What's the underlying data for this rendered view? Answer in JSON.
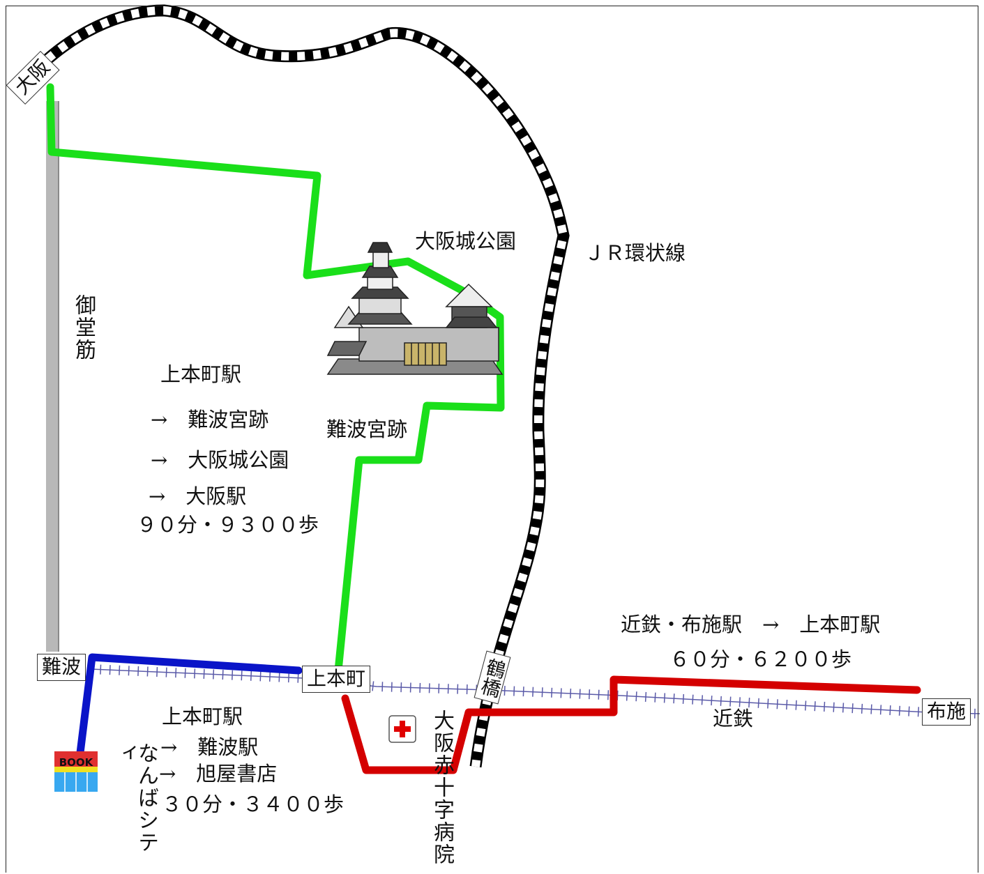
{
  "stations": {
    "osaka": "大阪",
    "namba": "難波",
    "uehommachi": "上本町",
    "tsuruhashi": "鶴橋",
    "fuse": "布施"
  },
  "lines": {
    "jr_loop": "ＪＲ環状線",
    "midosuji": "御堂筋",
    "kintetsu": "近鉄"
  },
  "landmarks": {
    "castle_park": "大阪城公園",
    "naniwa_palace": "難波宮跡",
    "red_cross": "大阪赤十字病院",
    "namba_city": "なんばシティ",
    "book_icon_text": "BOOK"
  },
  "routes": {
    "green": {
      "lines": [
        "上本町駅",
        "→　難波宮跡",
        "→　大阪城公園",
        "→　大阪駅",
        "９０分・９３００歩"
      ],
      "color": "#1adf1a"
    },
    "blue": {
      "lines": [
        "上本町駅",
        "→　難波駅",
        "→　旭屋書店",
        "３０分・３４００歩"
      ],
      "color": "#0a14c8"
    },
    "red": {
      "lines": [
        "近鉄・布施駅　→　上本町駅",
        "６０分・６２００歩"
      ],
      "color": "#d40000"
    }
  },
  "colors": {
    "jr_loop": "#000000",
    "midosuji": "#b8b8b8",
    "kintetsu_track": "#5a5aa8"
  }
}
